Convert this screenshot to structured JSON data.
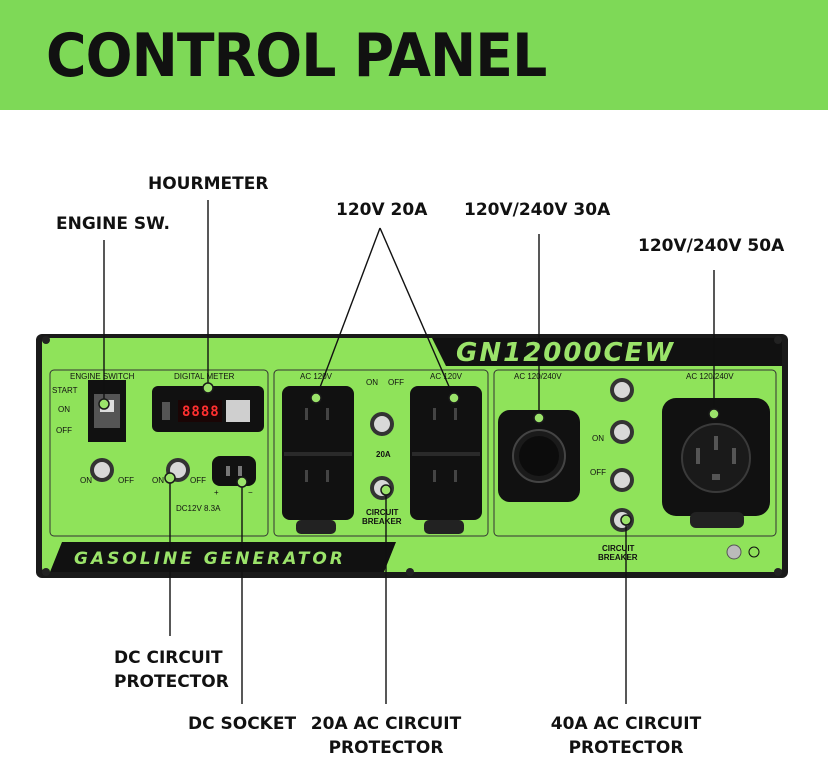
{
  "banner": {
    "title": "CONTROL PANEL"
  },
  "callouts": {
    "hourmeter": "HOURMETER",
    "engine_sw": "ENGINE SW.",
    "r120v20a": "120V 20A",
    "r120_240v30a": "120V/240V 30A",
    "r120_240v50a": "120V/240V 50A",
    "dc_circuit_protector": [
      "DC CIRCUIT",
      "PROTECTOR"
    ],
    "dc_socket": "DC SOCKET",
    "ac20_protector": [
      "20A AC CIRCUIT",
      "PROTECTOR"
    ],
    "ac40_protector": [
      "40A AC CIRCUIT",
      "PROTECTOR"
    ]
  },
  "panel": {
    "model": "GN12000CEW",
    "brand_strip": "GASOLINE GENERATOR",
    "engine_switch": {
      "title": "ENGINE SWITCH",
      "start": "START",
      "on": "ON",
      "off": "OFF"
    },
    "digital_meter": {
      "title": "DIGITAL METER",
      "display": "8888"
    },
    "dc": {
      "on": "ON",
      "off": "OFF",
      "on2": "ON",
      "off2": "OFF",
      "rating": "DC12V 8.3A",
      "plus": "+",
      "minus": "−"
    },
    "ac_left": {
      "label": "AC 120V",
      "on": "ON",
      "off": "OFF"
    },
    "ac_right_120": {
      "label": "AC 120V"
    },
    "breaker_20a": {
      "rating": "20A",
      "label": [
        "CIRCUIT",
        "BREAKER"
      ]
    },
    "ac_30": {
      "label": "AC 120/240V"
    },
    "ac_50": {
      "label": "AC 120/240V"
    },
    "breaker_40a": {
      "on": "ON",
      "off": "OFF",
      "label": [
        "CIRCUIT",
        "BREAKER"
      ]
    }
  },
  "colors": {
    "banner": "#7ed957",
    "panel_green": "#8fe35a",
    "panel_dark": "#111111",
    "accent_text": "#9be36a"
  }
}
